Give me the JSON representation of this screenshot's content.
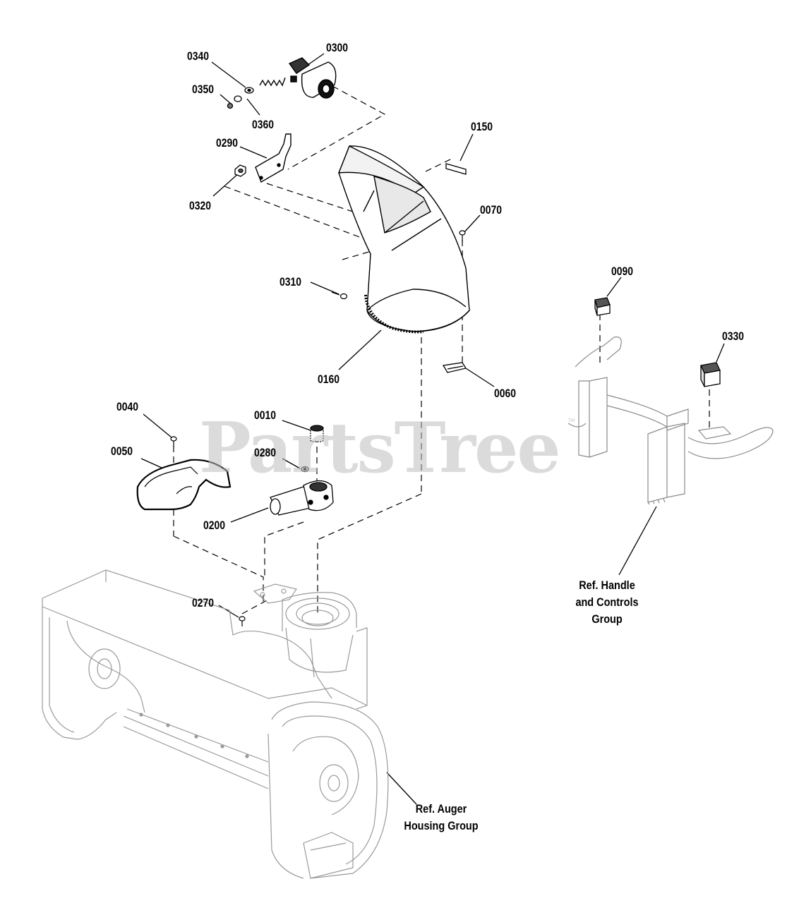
{
  "watermark": "PartsTree",
  "watermark_tm": "™",
  "parts": {
    "p0340": "0340",
    "p0300": "0300",
    "p0350": "0350",
    "p0360": "0360",
    "p0290": "0290",
    "p0320": "0320",
    "p0150": "0150",
    "p0070": "0070",
    "p0310": "0310",
    "p0160": "0160",
    "p0060": "0060",
    "p0090": "0090",
    "p0330": "0330",
    "p0040": "0040",
    "p0050": "0050",
    "p0010": "0010",
    "p0280": "0280",
    "p0200": "0200",
    "p0270": "0270"
  },
  "refs": {
    "handle": [
      "Ref. Handle",
      "and Controls",
      "Group"
    ],
    "auger": [
      "Ref. Auger",
      "Housing Group"
    ]
  },
  "icons": {
    "diagram": "exploded-parts-diagram"
  }
}
